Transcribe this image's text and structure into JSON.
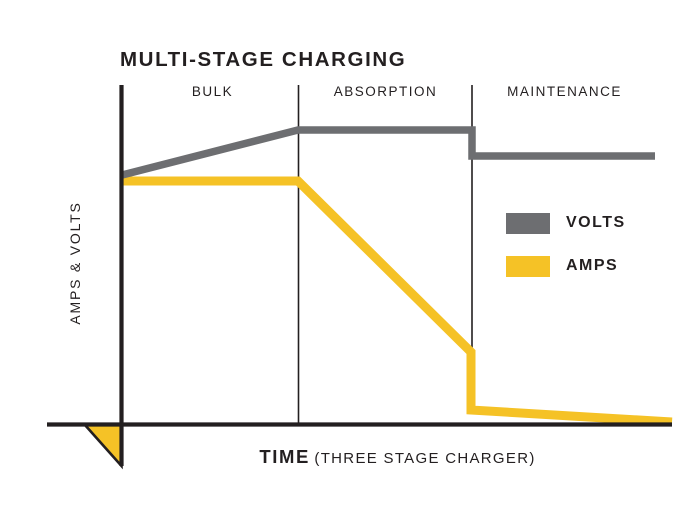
{
  "chart_data": {
    "type": "line",
    "title": "MULTI-STAGE CHARGING",
    "xlabel_main": "TIME",
    "xlabel_sub": "(THREE STAGE CHARGER)",
    "ylabel": "AMPS & VOLTS",
    "grid": false,
    "legend_position": "inside-right",
    "xlim": [
      0,
      100
    ],
    "ylim": [
      0,
      100
    ],
    "stages": [
      {
        "name": "BULK",
        "x_start": 0,
        "x_end": 32
      },
      {
        "name": "ABSORPTION",
        "x_start": 32,
        "x_end": 63.6
      },
      {
        "name": "MAINTENANCE",
        "x_start": 63.6,
        "x_end": 100
      }
    ],
    "series": [
      {
        "name": "VOLTS",
        "color": "#6d6e71",
        "points": [
          {
            "x": 0,
            "y": 73.5
          },
          {
            "x": 32,
            "y": 86.8
          },
          {
            "x": 63.6,
            "y": 86.8
          },
          {
            "x": 63.6,
            "y": 79.4
          },
          {
            "x": 96.5,
            "y": 79.4
          }
        ]
      },
      {
        "name": "AMPS",
        "color": "#f5c226",
        "points": [
          {
            "x": 0,
            "y": 72.0
          },
          {
            "x": 32,
            "y": 72.0
          },
          {
            "x": 63.6,
            "y": 21.5
          },
          {
            "x": 63.6,
            "y": 4.4
          },
          {
            "x": 100,
            "y": 0.9
          }
        ]
      }
    ],
    "legend": [
      {
        "label": "VOLTS",
        "color": "#6d6e71"
      },
      {
        "label": "AMPS",
        "color": "#f5c226"
      }
    ],
    "accent_marker": {
      "name": "origin-triangle",
      "color": "#f5c226",
      "stroke": "#231f20"
    },
    "colors": {
      "volts": "#6d6e71",
      "amps": "#f5c226",
      "axis": "#231f20",
      "divider": "#231f20",
      "background": "#ffffff"
    }
  }
}
